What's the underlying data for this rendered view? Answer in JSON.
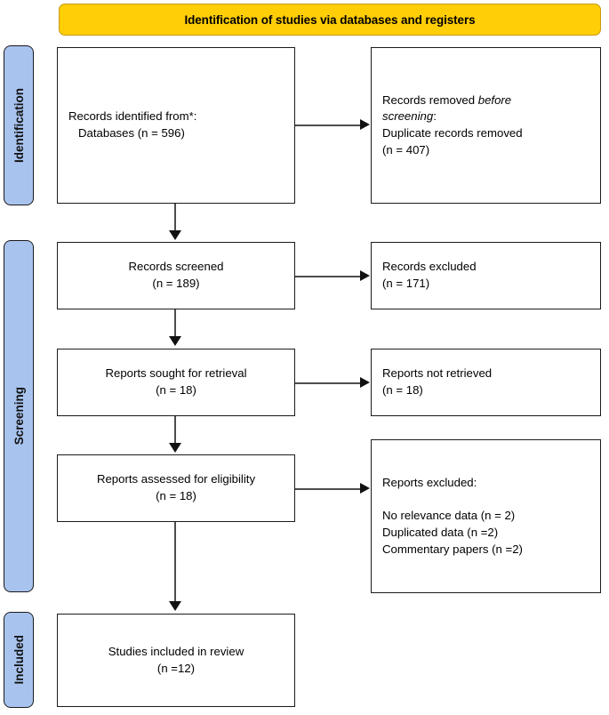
{
  "header": {
    "title": "Identification of studies via databases and registers",
    "background_color": "#FFCE06",
    "border_color": "#C89A10"
  },
  "stages": {
    "identification": {
      "label": "Identification",
      "color": "#A8C3EE"
    },
    "screening": {
      "label": "Screening",
      "color": "#A8C3EE"
    },
    "included": {
      "label": "Included",
      "color": "#A8C3EE"
    }
  },
  "boxes": {
    "records_identified": {
      "line1": "Records identified from*:",
      "line2": "   Databases (n = 596)",
      "text": "Records identified from*:\n   Databases (n = 596)",
      "n": 596,
      "align": "left"
    },
    "records_removed": {
      "line1_prefix": "Records removed ",
      "line1_italic": "before",
      "line2_italic": "screening",
      "line2_suffix": ":",
      "line3": "Duplicate records removed",
      "line4": "(n = 407)",
      "n": 407,
      "align": "left"
    },
    "records_screened": {
      "text": "Records screened\n(n = 189)",
      "n": 189,
      "align": "center"
    },
    "records_excluded": {
      "text": "Records excluded\n(n = 171)",
      "n": 171,
      "align": "left"
    },
    "reports_sought": {
      "text": "Reports sought for retrieval\n(n = 18)",
      "n": 18,
      "align": "center"
    },
    "reports_not_retrieved": {
      "text": "Reports not retrieved\n(n = 18)",
      "n": 18,
      "align": "left"
    },
    "reports_assessed": {
      "text": "Reports assessed for eligibility\n(n = 18)",
      "n": 18,
      "align": "center"
    },
    "reports_excluded": {
      "text": "Reports excluded:\n\nNo relevance data (n = 2)\nDuplicated data (n =2)\nCommentary papers (n =2)",
      "heading": "Reports excluded:",
      "reasons": [
        {
          "label": "No relevance data",
          "count": "(n = 2)"
        },
        {
          "label": "Duplicated data",
          "count": "(n =2)"
        },
        {
          "label": "Commentary papers",
          "count": "(n =2)"
        }
      ],
      "align": "left"
    },
    "studies_included": {
      "text": "Studies included in review\n(n =12)",
      "n": 12,
      "align": "center"
    }
  },
  "connectors": {
    "arrow_color": "#111111",
    "shaft_color": "#4d4d4d",
    "vertical_count": 4,
    "horizontal_count": 4
  }
}
